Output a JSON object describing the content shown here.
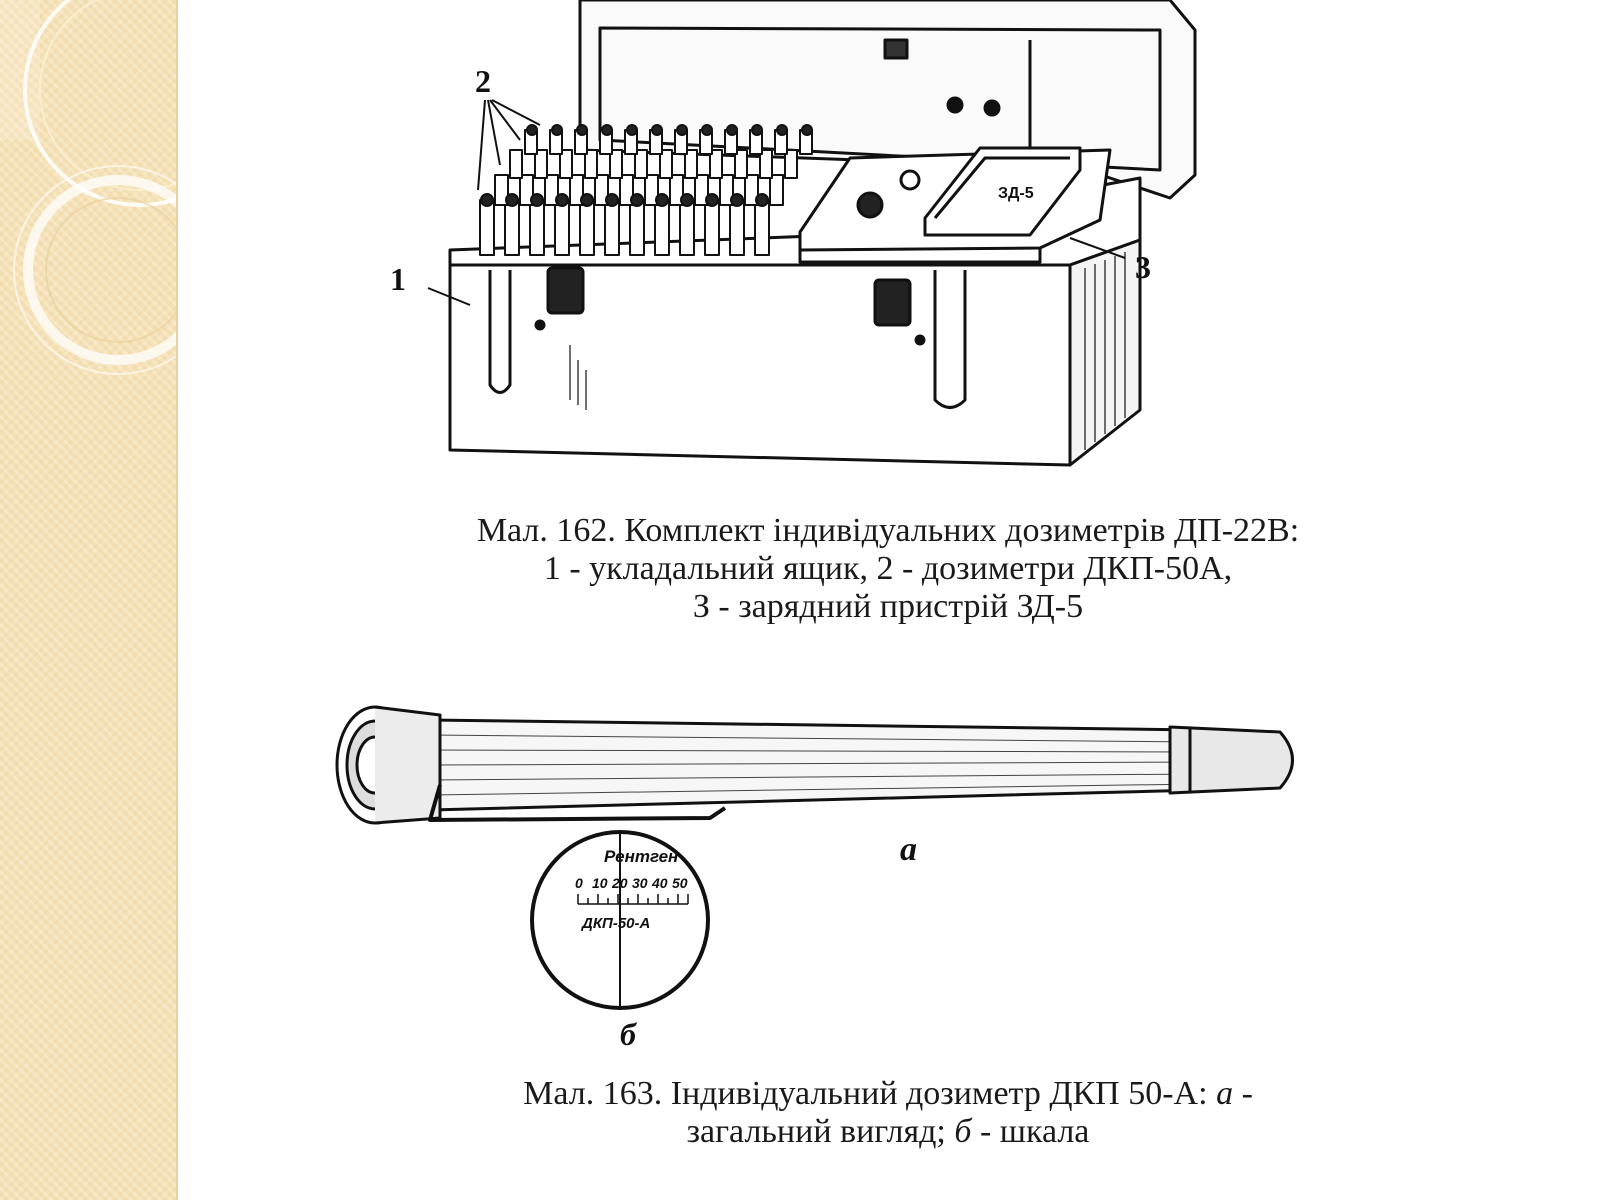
{
  "fig162": {
    "labels": {
      "l1": "1",
      "l2": "2",
      "l3": "3"
    },
    "charger_marking": "ЗД-5",
    "caption": {
      "line1": "Мал. 162. Комплект індивідуальних дозиметрів ДП-22В:",
      "line2": "1 - укладальний ящик, 2 - дозиметри ДКП-50А,",
      "line3": "З - зарядний пристрій ЗД-5"
    }
  },
  "fig163": {
    "label_a": "а",
    "label_b": "б",
    "scale": {
      "unit": "Рентген",
      "ticks": [
        "0",
        "10",
        "20",
        "30",
        "40",
        "50"
      ],
      "model": "ДКП-50-А"
    },
    "caption": {
      "line1_pre": "Мал. 163. Індивідуальний дозиметр ДКП 50-А: ",
      "line1_a": "а",
      "line1_post": " -",
      "line2_pre": "загальний вигляд; ",
      "line2_b": "б",
      "line2_post": " - шкала"
    }
  }
}
